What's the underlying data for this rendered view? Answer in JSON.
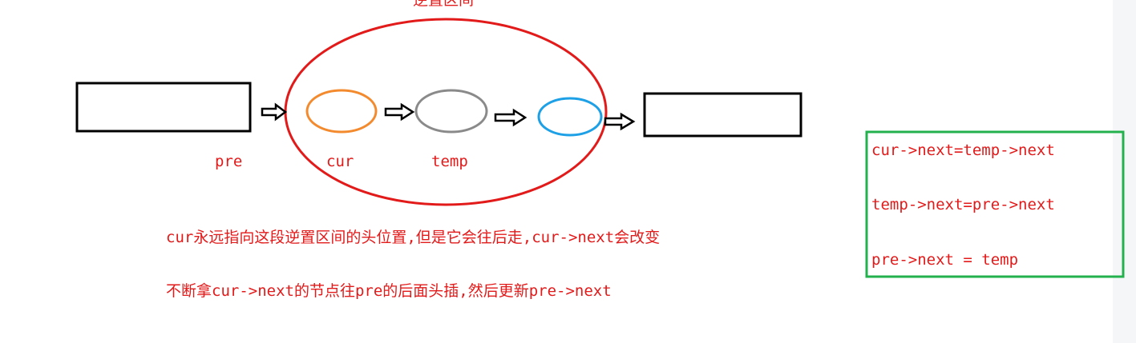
{
  "diagram": {
    "title": "逆置区间",
    "labels": {
      "pre": "pre",
      "cur": "cur",
      "temp": "temp"
    },
    "notes": [
      "cur永远指向这段逆置区间的头位置,但是它会往后走,cur->next会改变",
      "不断拿cur->next的节点往pre的后面头插,然后更新pre->next"
    ],
    "code_box": {
      "lines": [
        "cur->next=temp->next",
        "temp->next=pre->next",
        "pre->next = temp"
      ]
    },
    "colors": {
      "annotation_text": "#e21a1a",
      "interval_ellipse": "#e21a1a",
      "cur_node": "#f38a2e",
      "temp_node": "#8a8a8a",
      "next_node": "#1ea0e6",
      "code_box_border": "#22b14c",
      "box_stroke": "#000000"
    }
  }
}
